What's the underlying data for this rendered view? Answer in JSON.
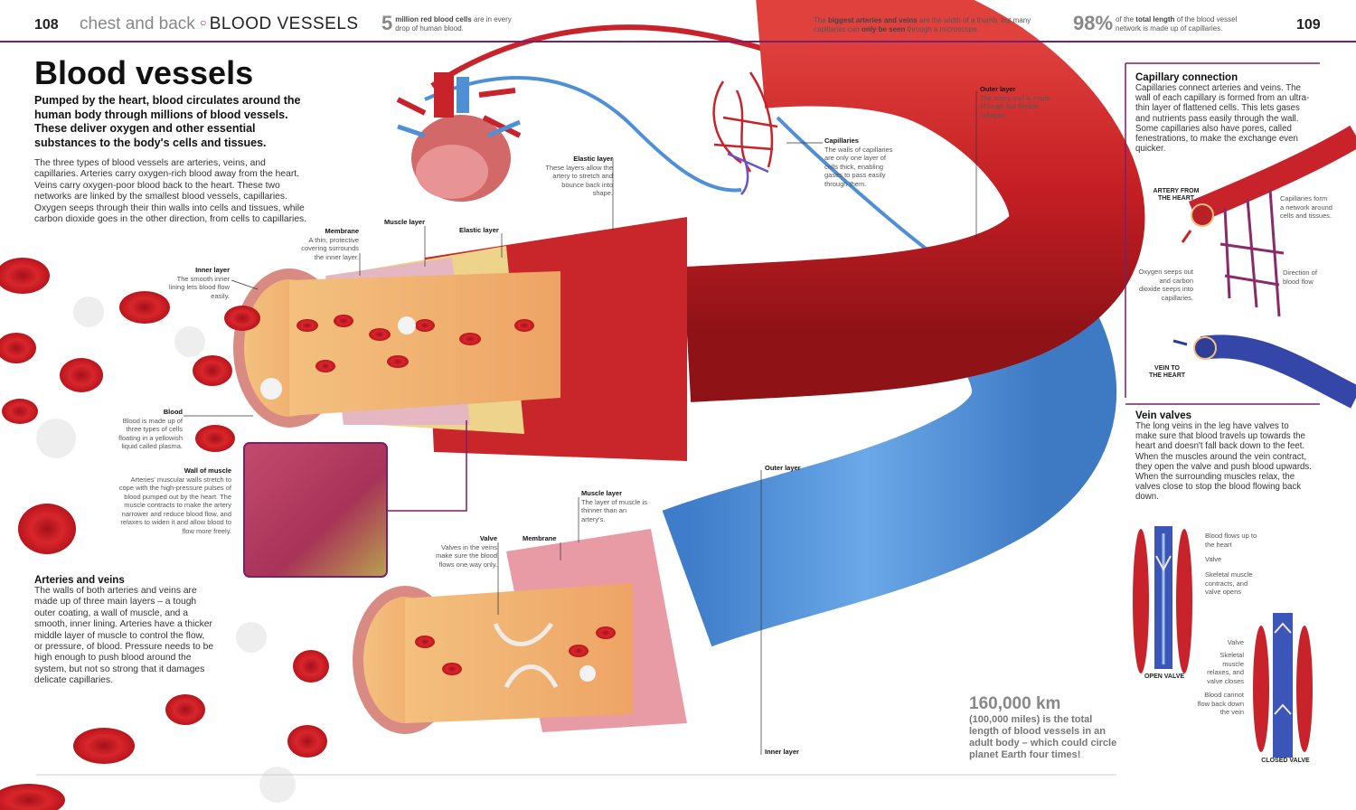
{
  "header": {
    "left_page": "108",
    "section": "chest and back",
    "topic": "BLOOD VESSELS",
    "right_page": "109",
    "fact1_num": "5",
    "fact1_text_bold": "million red blood cells",
    "fact1_text": "are in every drop of human blood.",
    "fact2_text_a": "The",
    "fact2_bold_a": "biggest arteries and veins",
    "fact2_text_b": "are the width of a thumb, but many capillaries can",
    "fact2_bold_b": "only be seen",
    "fact2_text_c": "through a microscope.",
    "fact3_num": "98%",
    "fact3_text_a": "of the",
    "fact3_bold": "total length",
    "fact3_text_b": "of the blood vessel network is made up of capillaries."
  },
  "title": "Blood vessels",
  "intro": "Pumped by the heart, blood circulates around the human body through millions of blood vessels. These deliver oxygen and other essential substances to the body's cells and tissues.",
  "body": "The three types of blood vessels are arteries, veins, and capillaries. Arteries carry oxygen-rich blood away from the heart. Veins carry oxygen-poor blood back to the heart. These two networks are linked by the smallest blood vessels, capillaries. Oxygen seeps through their thin walls into cells and tissues, while carbon dioxide goes in the other direction, from cells to capillaries.",
  "arteries_veins": {
    "heading": "Arteries and veins",
    "text": "The walls of both arteries and veins are made up of three main layers – a tough outer coating, a wall of muscle, and a smooth, inner lining. Arteries have a thicker middle layer of muscle to control the flow, or pressure, of blood. Pressure needs to be high enough to push blood around the system, but not so strong that it damages delicate capillaries."
  },
  "labels": {
    "membrane_top": {
      "title": "Membrane",
      "text": "A thin, protective covering surrounds the inner layer."
    },
    "muscle_layer_top": {
      "title": "Muscle layer",
      "text": ""
    },
    "elastic_layer_a": {
      "title": "Elastic layer",
      "text": ""
    },
    "elastic_layer_b": {
      "title": "Elastic layer",
      "text": "These layers allow the artery to stretch and bounce back into shape."
    },
    "inner_layer_top": {
      "title": "Inner layer",
      "text": "The smooth inner lining lets blood flow easily."
    },
    "outer_layer_top": {
      "title": "Outer layer",
      "text": "The artery wall is made of tough but flexible collagen."
    },
    "capillaries": {
      "title": "Capillaries",
      "text": "The walls of capillaries are only one layer of cells thick, enabling gases to pass easily through them."
    },
    "blood": {
      "title": "Blood",
      "text": "Blood is made up of three types of cells floating in a yellowish liquid called plasma."
    },
    "wall_of_muscle": {
      "title": "Wall of muscle",
      "text": "Arteries' muscular walls stretch to cope with the high-pressure pulses of blood pumped out by the heart. The muscle contracts to make the artery narrower and reduce blood flow, and relaxes to widen it and allow blood to flow more freely."
    },
    "outer_layer_vein": {
      "title": "Outer layer",
      "text": ""
    },
    "muscle_layer_vein": {
      "title": "Muscle layer",
      "text": "The layer of muscle is thinner than an artery's."
    },
    "valve": {
      "title": "Valve",
      "text": "Valves in the veins make sure the blood flows one way only."
    },
    "membrane_vein": {
      "title": "Membrane",
      "text": ""
    },
    "inner_layer_vein": {
      "title": "Inner layer",
      "text": ""
    }
  },
  "stat": {
    "big": "160,000 km",
    "text": "(100,000 miles) is the total length of blood vessels in an adult body – which could circle planet Earth four times!"
  },
  "capillary_connection": {
    "heading": "Capillary connection",
    "text": "Capillaries connect arteries and veins. The wall of each capillary is formed from an ultra-thin layer of flattened cells. This lets gases and nutrients pass easily through the wall. Some capillaries also have pores, called fenestrations, to make the exchange even quicker.",
    "artery_label": "ARTERY FROM THE HEART",
    "vein_label": "VEIN TO THE HEART",
    "capillaries_note": "Capillaries form a network around cells and tissues.",
    "oxygen_note": "Oxygen seeps out and carbon dioxide seeps into capillaries.",
    "direction_note": "Direction of blood flow"
  },
  "vein_valves": {
    "heading": "Vein valves",
    "text": "The long veins in the leg have valves to make sure that blood travels up towards the heart and doesn't fall back down to the feet. When the muscles around the vein contract, they open the valve and push blood upwards. When the surrounding muscles relax, the valves close to stop the blood flowing back down.",
    "open_label": "OPEN VALVE",
    "closed_label": "CLOSED VALVE",
    "flows_up": "Blood flows up to the heart",
    "valve1": "Valve",
    "contracts": "Skeletal muscle contracts, and valve opens",
    "valve2": "Valve",
    "relaxes": "Skeletal muscle relaxes, and valve closes",
    "down": "Blood cannot flow back down the vein"
  },
  "colors": {
    "accent": "#7a1f6b",
    "artery_red": "#c8232a",
    "vein_blue": "#4f8fd6"
  }
}
